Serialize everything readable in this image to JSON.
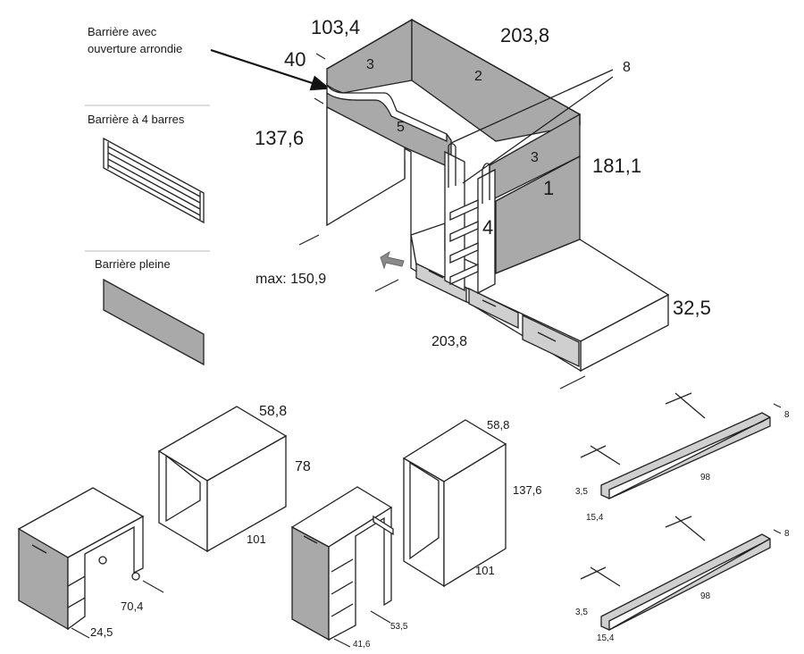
{
  "legend": {
    "rounded_barrier": "Barrière avec\nouverture arrondie",
    "four_bar_barrier": "Barrière à 4 barres",
    "full_barrier": "Barrière pleine"
  },
  "bunk_bed": {
    "dims": {
      "top_width": "103,4",
      "top_length": "203,8",
      "rail_height": "40",
      "upper_height": "137,6",
      "total_height": "181,1",
      "max_width": "max: 150,9",
      "bottom_length": "203,8",
      "drawer_height": "32,5",
      "ladder_rail": "8"
    },
    "parts": [
      "1",
      "2",
      "3",
      "3",
      "4",
      "5"
    ]
  },
  "desk": {
    "dims": {
      "depth": "58,8",
      "height": "78",
      "length": "101",
      "mobile_depth": "70,4",
      "mobile_width": "24,5"
    }
  },
  "wardrobe": {
    "dims": {
      "depth": "58,8",
      "height": "137,6",
      "length": "101",
      "module_depth": "53,5",
      "module_width": "41,6"
    }
  },
  "shelf": {
    "dims": {
      "height": "8",
      "length": "98",
      "lip": "3,5",
      "depth": "15,4"
    }
  }
}
